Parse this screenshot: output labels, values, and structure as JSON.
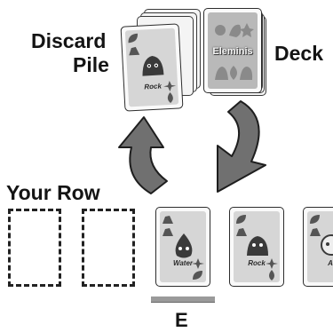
{
  "labels": {
    "discard_line1": "Discard",
    "discard_line2": "Pile",
    "deck": "Deck",
    "your_row": "Your Row",
    "bottom_letter": "E"
  },
  "discard_top_card": {
    "name": "Rock"
  },
  "deck_back": {
    "logo": "Eleminis"
  },
  "row_cards": [
    {
      "name": "Water"
    },
    {
      "name": "Rock"
    },
    {
      "name": "A"
    }
  ],
  "empty_slots": 2,
  "colors": {
    "card_face": "#d6d6d6",
    "card_border": "#2d2d2d",
    "arrow_fill": "#707070",
    "text": "#141414",
    "highlight_bar": "#9a9a9a"
  }
}
